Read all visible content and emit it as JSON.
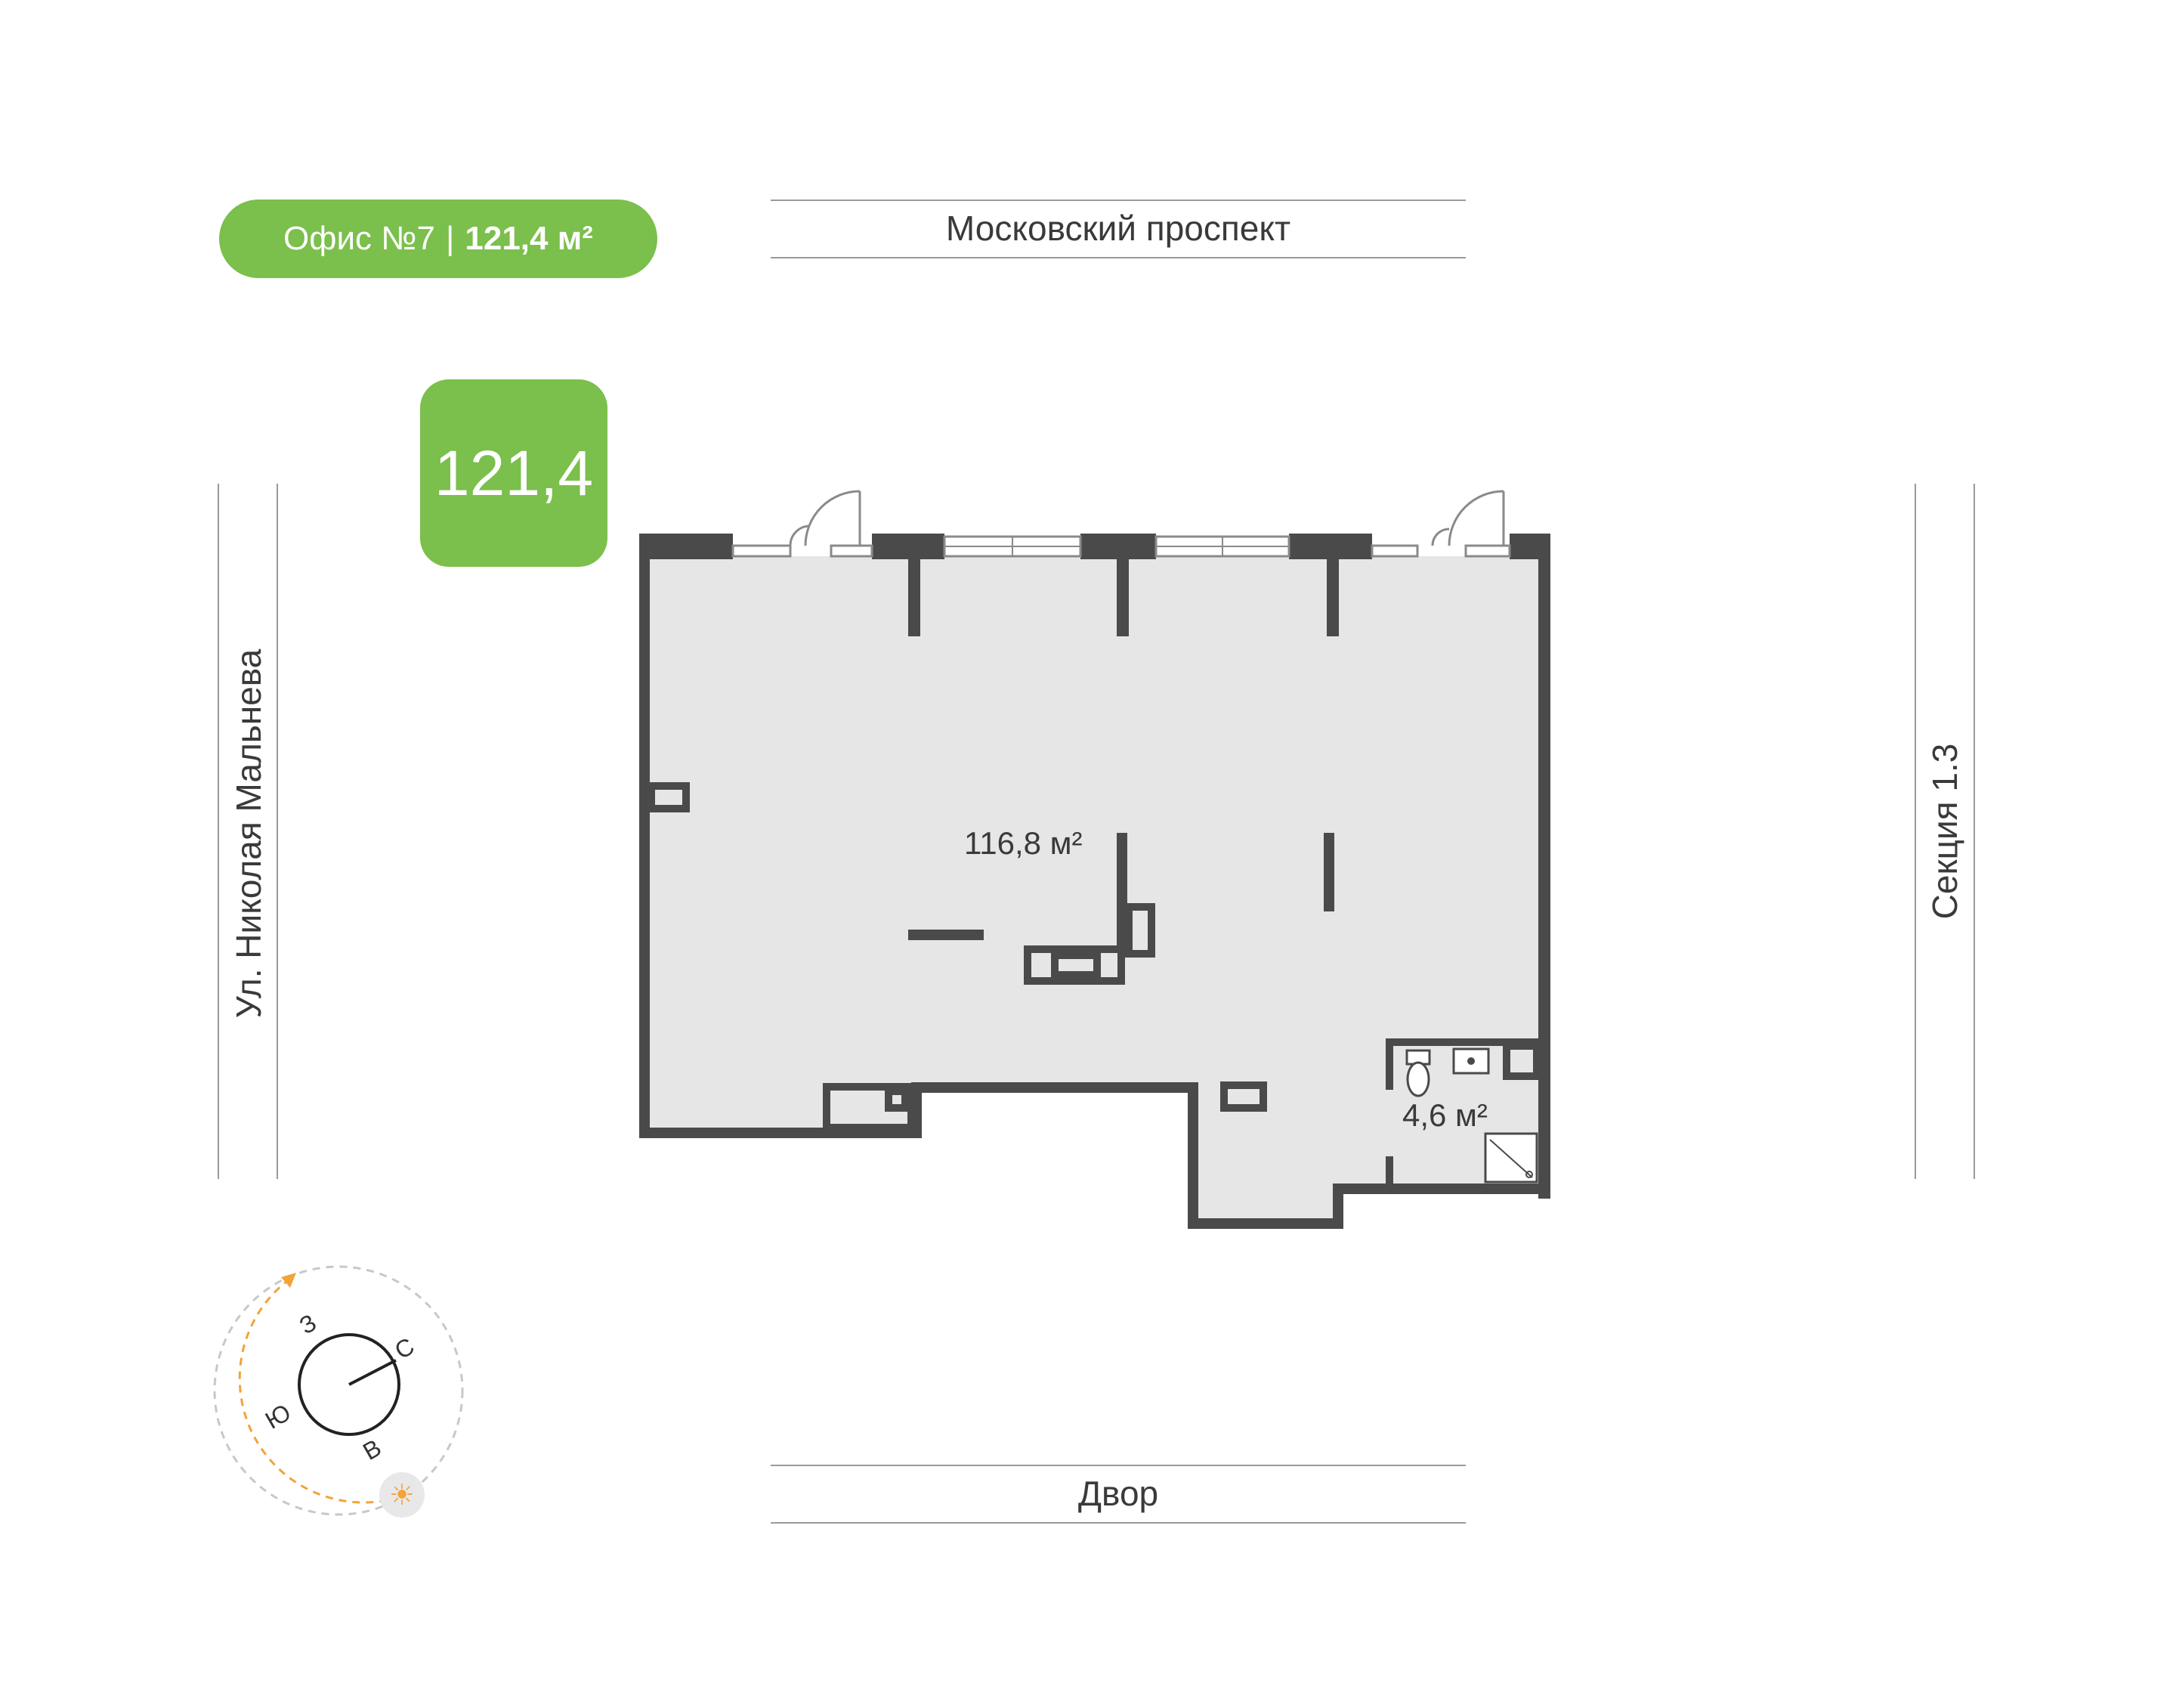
{
  "office_badge": {
    "name": "Офис №7",
    "separator": "|",
    "area": "121,4 м²"
  },
  "area_badge": {
    "value": "121,4"
  },
  "streets": {
    "top": "Московский проспект",
    "bottom": "Двор",
    "left": "Ул. Николая Мальнева",
    "right": "Секция 1.3"
  },
  "rooms": {
    "main_area": "116,8 м²",
    "bathroom_area": "4,6 м²"
  },
  "compass": {
    "north": "С",
    "south": "Ю",
    "east": "В",
    "west": "З",
    "sun_icon": "sun-icon"
  },
  "colors": {
    "accent": "#7bbf4c",
    "wall": "#4a4a4a",
    "floor": "#e6e6e6",
    "sun": "#f2a33a"
  }
}
